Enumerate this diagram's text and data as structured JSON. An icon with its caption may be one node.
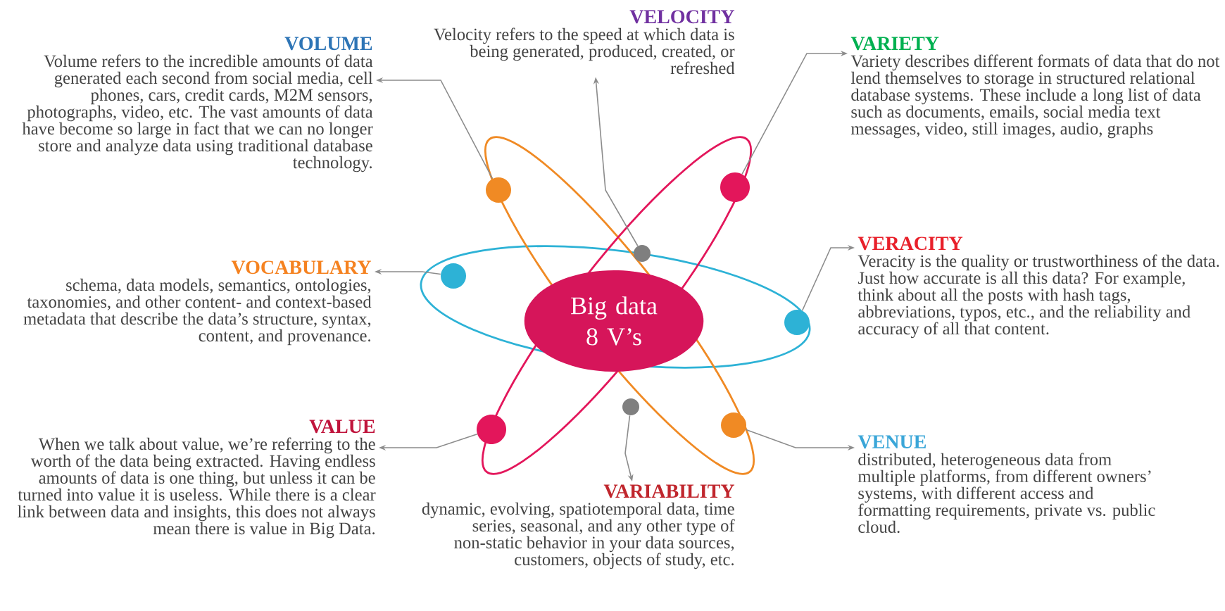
{
  "diagram": {
    "nodes": [
      {
        "text": [
          "VOLUME",
          "Volume refers to the incredible amounts of data generated each second from social media, cell phones, cars, credit cards, M2M sensors, photographs, video, etc. The vast amounts of data have become so large in fact that we can no longer store and analyze data using traditional database technology."
        ]
      },
      {
        "text": [
          "VELOCITY",
          "Velocity refers to the speed at which data is being generated, produced, created, or refreshed"
        ]
      },
      {
        "text": [
          "VARIETY",
          "Variety describes different formats of data that do not lend themselves to storage in structured relational database systems. These include a long list of data such as documents, emails, social media text messages, video, still images, audio, graphs"
        ]
      },
      {
        "text": [
          "VOCABULARY",
          "schema, data models, semantics, ontologies, taxonomies, and other content- and context-based metadata that describe the data’s structure, syntax, content, and provenance."
        ]
      },
      {
        "text": [
          "Big data 8 V’s"
        ]
      },
      {
        "text": [
          "VERACITY",
          "Veracity is the quality or trustworthiness of the data.  Just how accurate is all this data? For example, think about all the posts with hash tags, abbreviations, typos, etc., and the reliability and accuracy of all that content."
        ]
      },
      {
        "text": [
          "VALUE",
          "When we talk about value, we’re referring to the worth of the data being extracted.  Having endless amounts of data is one thing, but unless it can be turned into value it is useless. While there is a clear link between data and insights, this does not always mean there is value in Big Data."
        ]
      },
      {
        "text": [
          "VARIABILITY",
          "dynamic, evolving, spatiotemporal data, time series, seasonal, and any other type of non-static behavior in your data sources, customers, objects of study, etc."
        ]
      },
      {
        "text": [
          "VENUE",
          "distributed, heterogeneous data from multiple platforms, from different owners’ systems, with different access and formatting requirements, private vs. public cloud."
        ]
      },
      {
        "text": [],
        "shape": "circle"
      },
      {
        "text": [],
        "shape": "circle"
      },
      {
        "text": [],
        "shape": "circle"
      },
      {
        "text": [],
        "shape": "circle"
      },
      {
        "text": [],
        "shape": "circle"
      },
      {
        "text": [],
        "shape": "circle"
      },
      {
        "text": [],
        "shape": "circle"
      },
      {
        "text": [],
        "shape": "circle"
      }
    ],
    "edges": [
      {
        "from": 11,
        "to": 0,
        "arrow": "to"
      },
      {
        "from": 13,
        "to": 1,
        "arrow": "to"
      },
      {
        "from": 15,
        "to": 2,
        "arrow": "to"
      },
      {
        "from": 9,
        "to": 3,
        "arrow": "to"
      },
      {
        "from": 16,
        "to": 5,
        "arrow": "to"
      },
      {
        "from": 10,
        "to": 6,
        "arrow": "to"
      },
      {
        "from": 12,
        "to": 7,
        "arrow": "to"
      },
      {
        "from": 14,
        "to": 8,
        "arrow": "to"
      }
    ]
  }
}
